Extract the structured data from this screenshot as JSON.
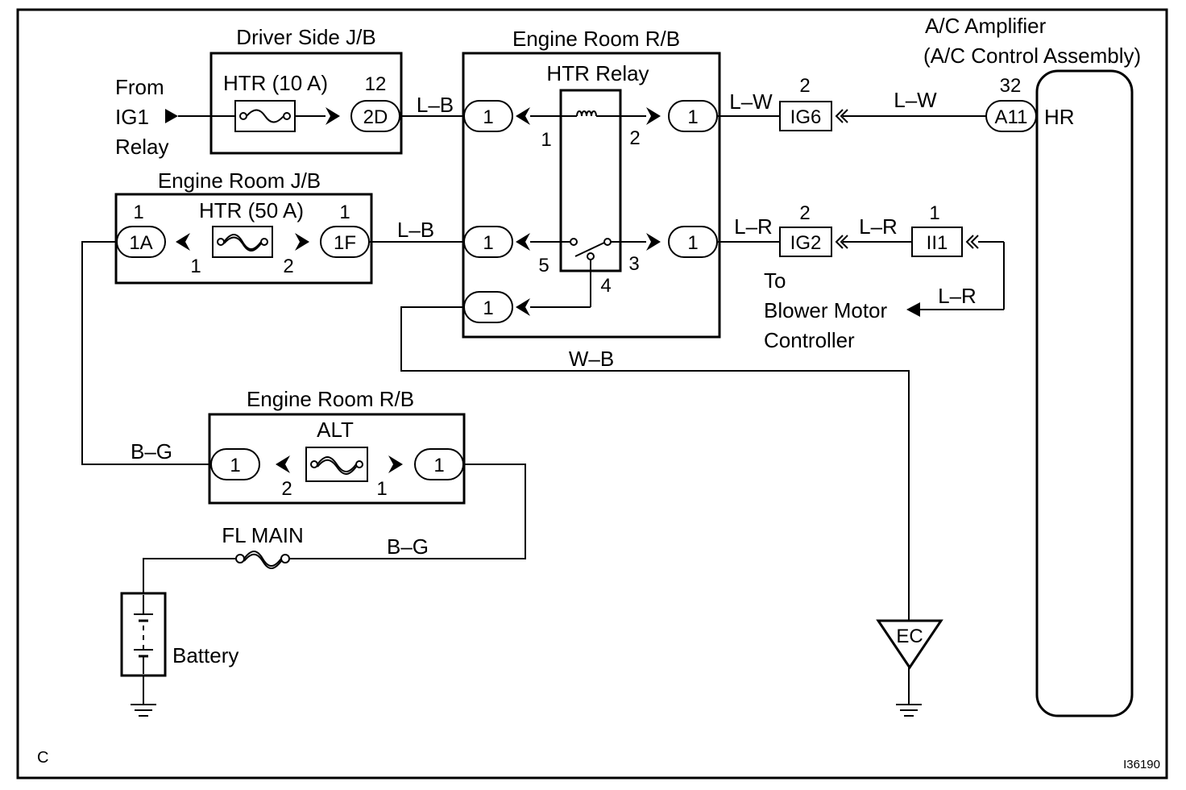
{
  "diagram": {
    "boxes": {
      "driver_jb": "Driver Side J/B",
      "engine_rb_top": "Engine Room R/B",
      "engine_jb": "Engine Room J/B",
      "engine_rb_bottom": "Engine Room R/B"
    },
    "amplifier": {
      "title_line1": "A/C Amplifier",
      "title_line2": "(A/C Control Assembly)",
      "terminal": "HR",
      "pin": "32",
      "connector": "A11"
    },
    "source": {
      "line1": "From",
      "line2": "IG1",
      "line3": "Relay"
    },
    "fuses": {
      "htr10": "HTR (10 A)",
      "htr50": "HTR (50 A)",
      "alt": "ALT",
      "fl_main": "FL MAIN"
    },
    "relay": {
      "title": "HTR Relay",
      "pins": {
        "p1": "1",
        "p2": "2",
        "p3": "3",
        "p4": "4",
        "p5": "5"
      }
    },
    "connectors": {
      "c2d": "2D",
      "c2d_pin": "12",
      "c1a": "1A",
      "c1a_pin": "1",
      "c1f": "1F",
      "c1f_pin": "1",
      "ig6": "IG6",
      "ig6_pin": "2",
      "ig2": "IG2",
      "ig2_pin": "2",
      "ii1": "II1",
      "ii1_pin": "1",
      "rb_pin": "1"
    },
    "fuse_pins": {
      "htr50_in": "1",
      "htr50_out": "2",
      "alt_in": "1",
      "alt_out": "2"
    },
    "wires": {
      "lb1": "L–B",
      "lb2": "L–B",
      "lw1": "L–W",
      "lw2": "L–W",
      "lr1": "L–R",
      "lr2": "L–R",
      "lr3": "L–R",
      "wb": "W–B",
      "bg1": "B–G",
      "bg2": "B–G"
    },
    "blower": {
      "line1": "To",
      "line2": "Blower Motor",
      "line3": "Controller"
    },
    "battery": "Battery",
    "ground": "EC",
    "corner": "C",
    "code": "I36190"
  }
}
